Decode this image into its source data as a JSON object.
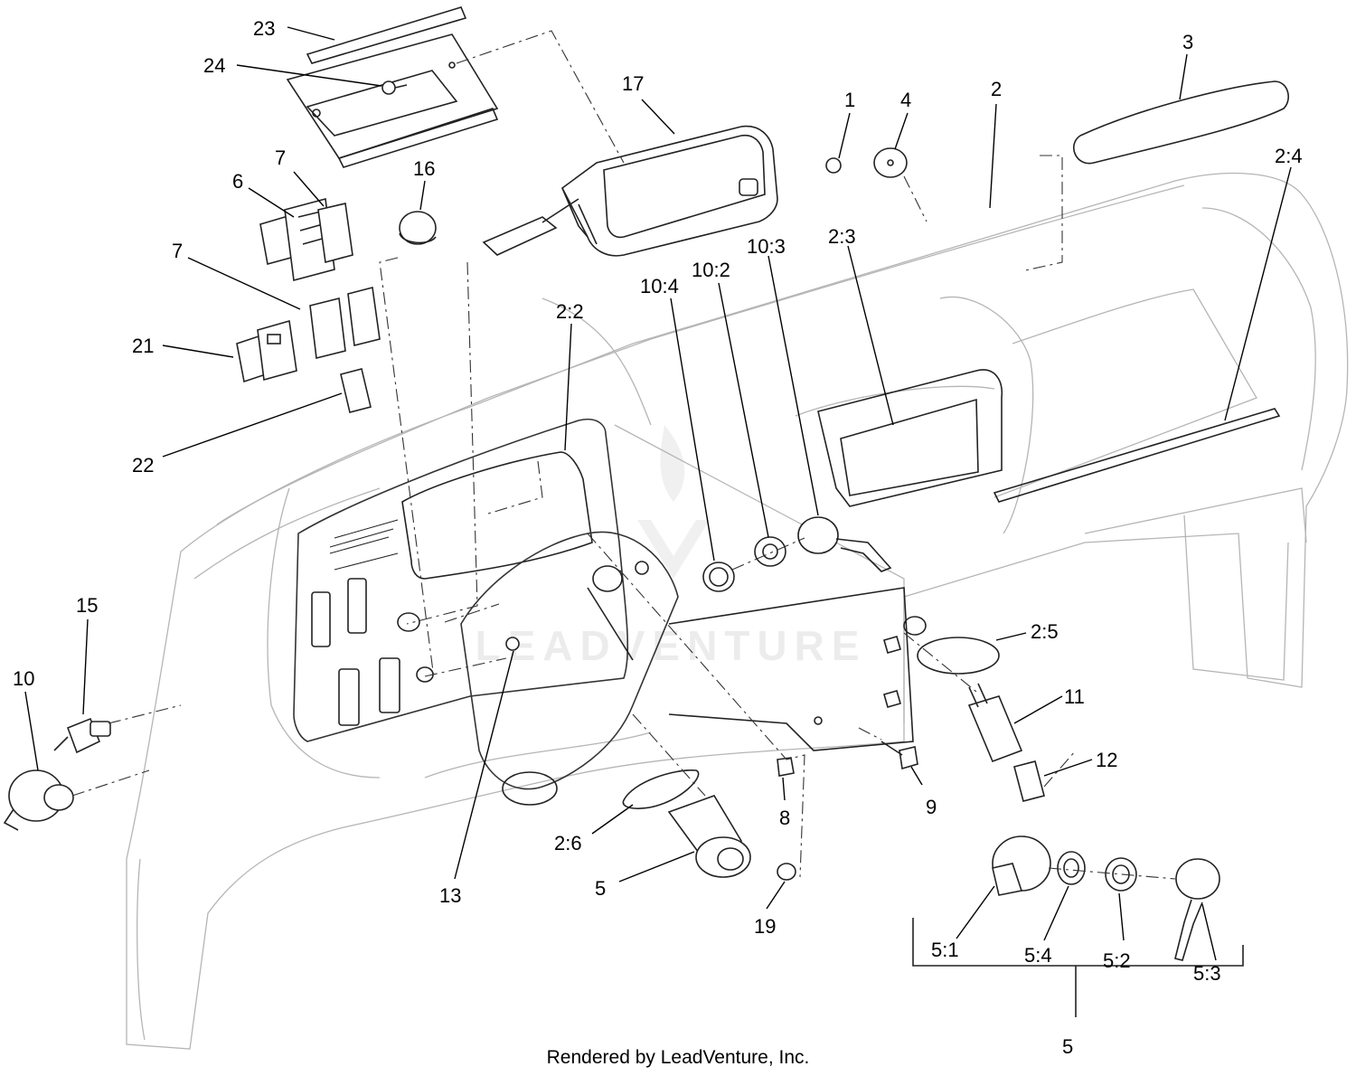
{
  "diagram": {
    "watermark": "LEADVENTURE",
    "credit": "Rendered by LeadVenture, Inc.",
    "callouts": [
      {
        "id": "c23",
        "text": "23"
      },
      {
        "id": "c24",
        "text": "24"
      },
      {
        "id": "c17",
        "text": "17"
      },
      {
        "id": "c3",
        "text": "3"
      },
      {
        "id": "c1",
        "text": "1"
      },
      {
        "id": "c4",
        "text": "4"
      },
      {
        "id": "c2",
        "text": "2"
      },
      {
        "id": "c24b",
        "text": "2:4"
      },
      {
        "id": "c7a",
        "text": "7"
      },
      {
        "id": "c6",
        "text": "6"
      },
      {
        "id": "c16",
        "text": "16"
      },
      {
        "id": "c7b",
        "text": "7"
      },
      {
        "id": "c103",
        "text": "10:3"
      },
      {
        "id": "c23b",
        "text": "2:3"
      },
      {
        "id": "c102",
        "text": "10:2"
      },
      {
        "id": "c104",
        "text": "10:4"
      },
      {
        "id": "c22b",
        "text": "2:2"
      },
      {
        "id": "c21",
        "text": "21"
      },
      {
        "id": "c22",
        "text": "22"
      },
      {
        "id": "c15",
        "text": "15"
      },
      {
        "id": "c10",
        "text": "10"
      },
      {
        "id": "c25",
        "text": "2:5"
      },
      {
        "id": "c11",
        "text": "11"
      },
      {
        "id": "c12",
        "text": "12"
      },
      {
        "id": "c9",
        "text": "9"
      },
      {
        "id": "c8",
        "text": "8"
      },
      {
        "id": "c26",
        "text": "2:6"
      },
      {
        "id": "c13",
        "text": "13"
      },
      {
        "id": "c5a",
        "text": "5"
      },
      {
        "id": "c19",
        "text": "19"
      },
      {
        "id": "c51",
        "text": "5:1"
      },
      {
        "id": "c54",
        "text": "5:4"
      },
      {
        "id": "c52",
        "text": "5:2"
      },
      {
        "id": "c53",
        "text": "5:3"
      },
      {
        "id": "c5b",
        "text": "5"
      }
    ]
  }
}
